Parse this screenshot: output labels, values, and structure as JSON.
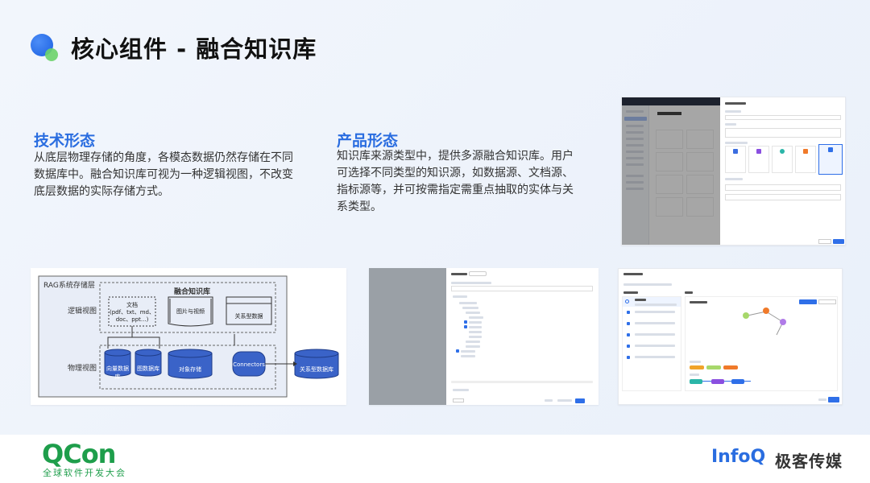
{
  "title": "核心组件 - 融合知识库",
  "tech": {
    "heading": "技术形态",
    "body": "从底层物理存储的角度，各模态数据仍然存储在不同数据库中。融合知识库可视为一种逻辑视图，不改变底层数据的实际存储方式。"
  },
  "product": {
    "heading": "产品形态",
    "body": "知识库来源类型中，提供多源融合知识库。用户可选择不同类型的知识源，如数据源、文档源、指标源等，并可按需指定需重点抽取的实体与关系类型。"
  },
  "diagram": {
    "outer_label": "RAG系统存储层",
    "kb_label": "融合知识库",
    "logical_view": "逻辑视图",
    "physical_view": "物理视图",
    "doc_label": "文档\n(pdf、txt、md、doc、ppt...)",
    "image_video": "图片与视频",
    "relational_data": "关系型数据",
    "vector_db": "向量数据库",
    "graph_db": "图数据库",
    "object_storage": "对象存储",
    "connectors": "Connectors",
    "relational_db": "关系型数据库"
  },
  "footer": {
    "qcon": "QCon",
    "qcon_sub": "全球软件开发大会",
    "infoq": "InfoQ",
    "infoq_cn": "极客传媒"
  },
  "colors": {
    "accent": "#2a6de0",
    "qcon_green": "#1e9e4b",
    "diagram_fill": "#e8edf7",
    "storage_blue": "#3a63c8"
  }
}
